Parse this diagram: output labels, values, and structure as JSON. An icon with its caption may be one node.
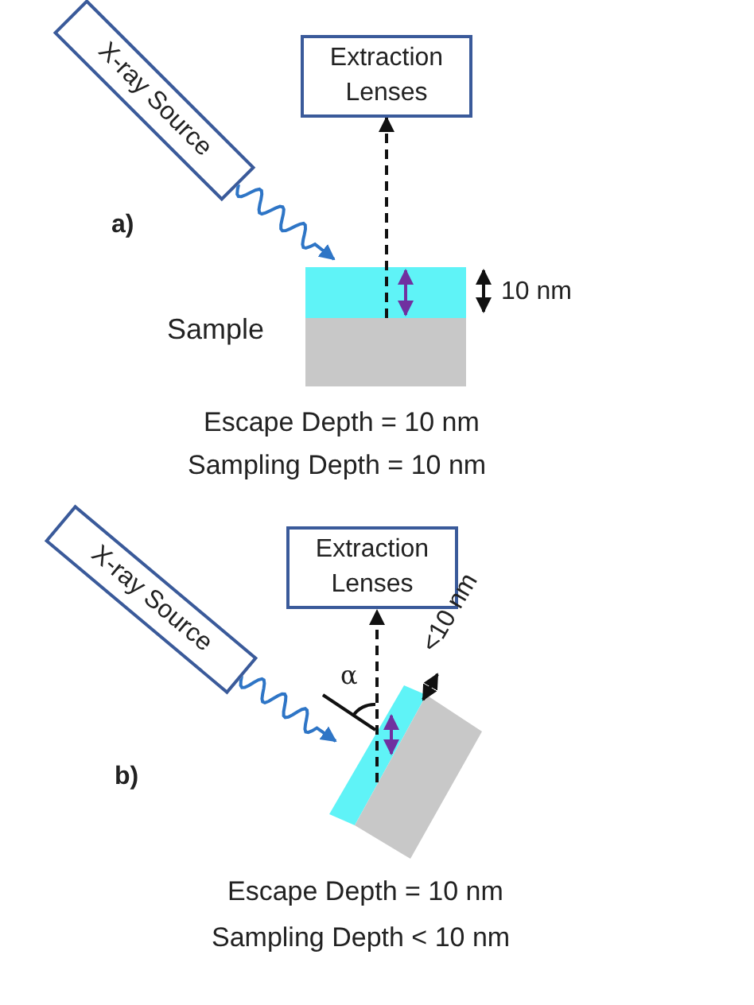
{
  "diagram": {
    "nodes": [
      {
        "text": [
          "X-ray Source"
        ]
      },
      {
        "text": [
          "Extraction Lenses"
        ]
      },
      {
        "text": [],
        "shape": "box"
      },
      {
        "text": [],
        "shape": "box",
        "beside": [
          "Sample"
        ]
      },
      {
        "text": [
          "X-ray Source"
        ]
      },
      {
        "text": [
          "Extraction Lenses"
        ]
      },
      {
        "text": [],
        "shape": "box"
      },
      {
        "text": [],
        "shape": "box"
      }
    ],
    "edges": [
      {
        "from": 0,
        "to": 2,
        "arrow": "to",
        "color": "#2e75c6"
      },
      {
        "from": 2,
        "to": 1,
        "arrow": "to",
        "style": "dashed",
        "color": "#111111"
      },
      {
        "from": 4,
        "to": 6,
        "arrow": "to",
        "color": "#2e75c6"
      },
      {
        "from": 6,
        "to": 5,
        "arrow": "to",
        "style": "dashed",
        "color": "#111111"
      }
    ],
    "labels": [
      "a)",
      "10 nm",
      "Escape Depth = 10 nm",
      "Sampling Depth = 10 nm",
      "α",
      "<10 nm",
      "b)",
      "Escape Depth = 10 nm",
      "Sampling Depth < 10 nm"
    ]
  }
}
